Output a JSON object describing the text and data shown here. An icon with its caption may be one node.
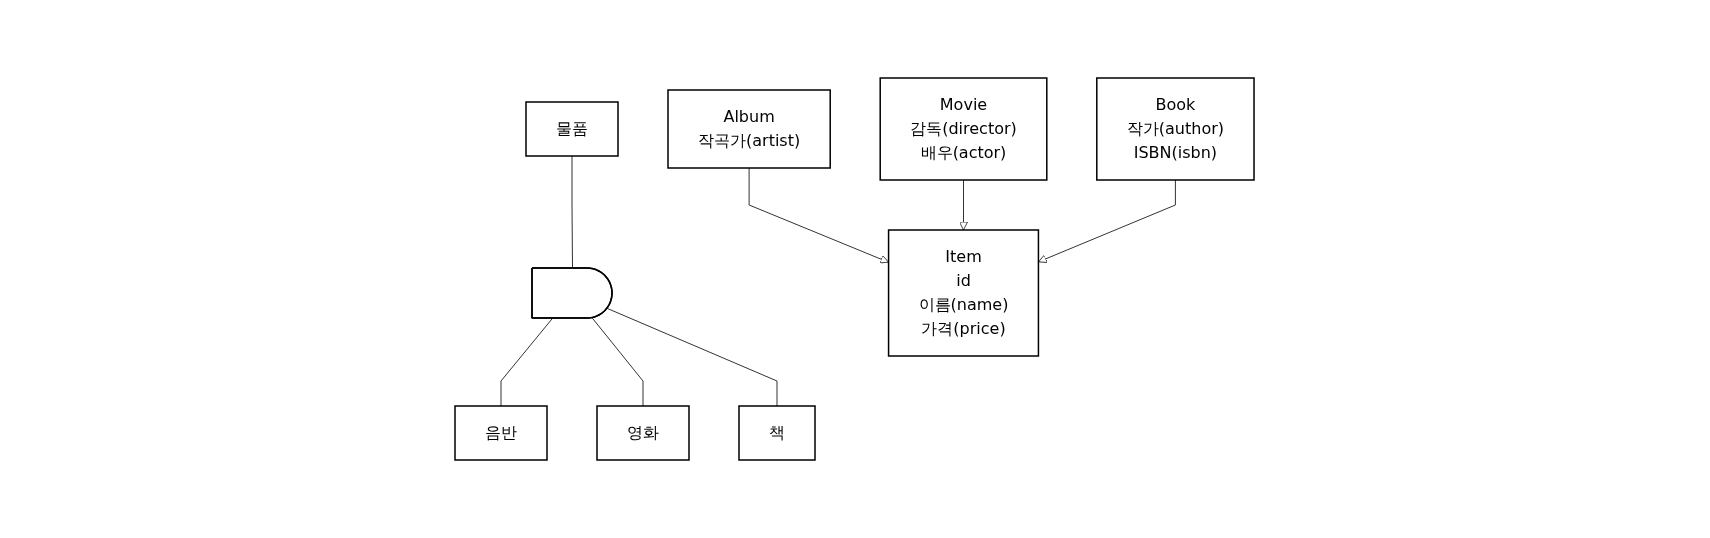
{
  "diagram": {
    "nodes": [
      {
        "text": [
          "물품"
        ]
      },
      {
        "text": [],
        "shape": "semicircle"
      },
      {
        "text": [
          "음반"
        ]
      },
      {
        "text": [
          "영화"
        ]
      },
      {
        "text": [
          "책"
        ]
      },
      {
        "text": [
          "Item",
          "id",
          "이름(name)",
          "가격(price)"
        ]
      },
      {
        "text": [
          "Album",
          "작곡가(artist)"
        ]
      },
      {
        "text": [
          "Movie",
          "감독(director)",
          "배우(actor)"
        ]
      },
      {
        "text": [
          "Book",
          "작가(author)",
          "ISBN(isbn)"
        ]
      }
    ],
    "edges": [
      {
        "from": 0,
        "to": 1,
        "arrow": "none"
      },
      {
        "from": 1,
        "to": 2,
        "arrow": "none"
      },
      {
        "from": 1,
        "to": 3,
        "arrow": "none"
      },
      {
        "from": 1,
        "to": 4,
        "arrow": "none"
      },
      {
        "from": 6,
        "to": 5,
        "arrow": "to"
      },
      {
        "from": 7,
        "to": 5,
        "arrow": "to"
      },
      {
        "from": 8,
        "to": 5,
        "arrow": "to"
      }
    ]
  }
}
